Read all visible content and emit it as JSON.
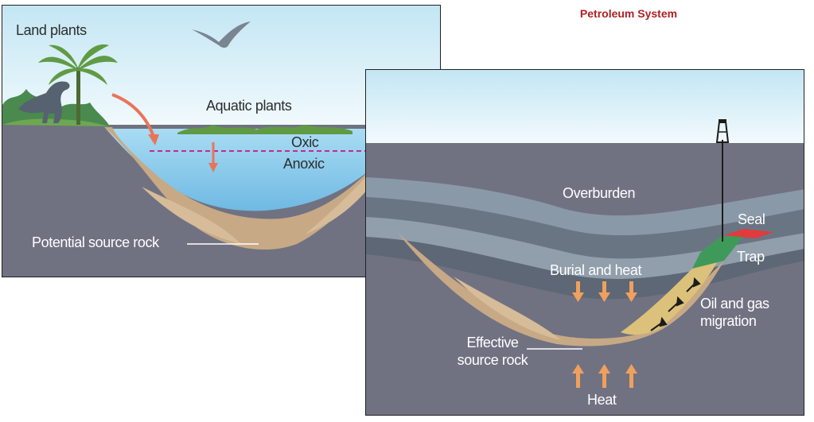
{
  "title": "Petroleum System",
  "left_panel": {
    "land_plants": "Land plants",
    "aquatic_plants": "Aquatic plants",
    "oxic": "Oxic",
    "anoxic": "Anoxic",
    "potential_source_rock": "Potential source rock"
  },
  "right_panel": {
    "overburden": "Overburden",
    "seal": "Seal",
    "trap": "Trap",
    "burial_and_heat": "Burial and heat",
    "oil_gas_line1": "Oil and gas",
    "oil_gas_line2": "migration",
    "effective_line1": "Effective",
    "effective_line2": "source rock",
    "heat": "Heat"
  },
  "colors": {
    "title": "#b01e23",
    "sky_top": "#c3e6f4",
    "water": "#8ecbec",
    "rock": "#707282",
    "source_rock": "#c7a985",
    "arrow": "#e8755a",
    "seal": "#e23b3b",
    "trap": "#3f9a59",
    "oxic_line": "#c02c92"
  }
}
